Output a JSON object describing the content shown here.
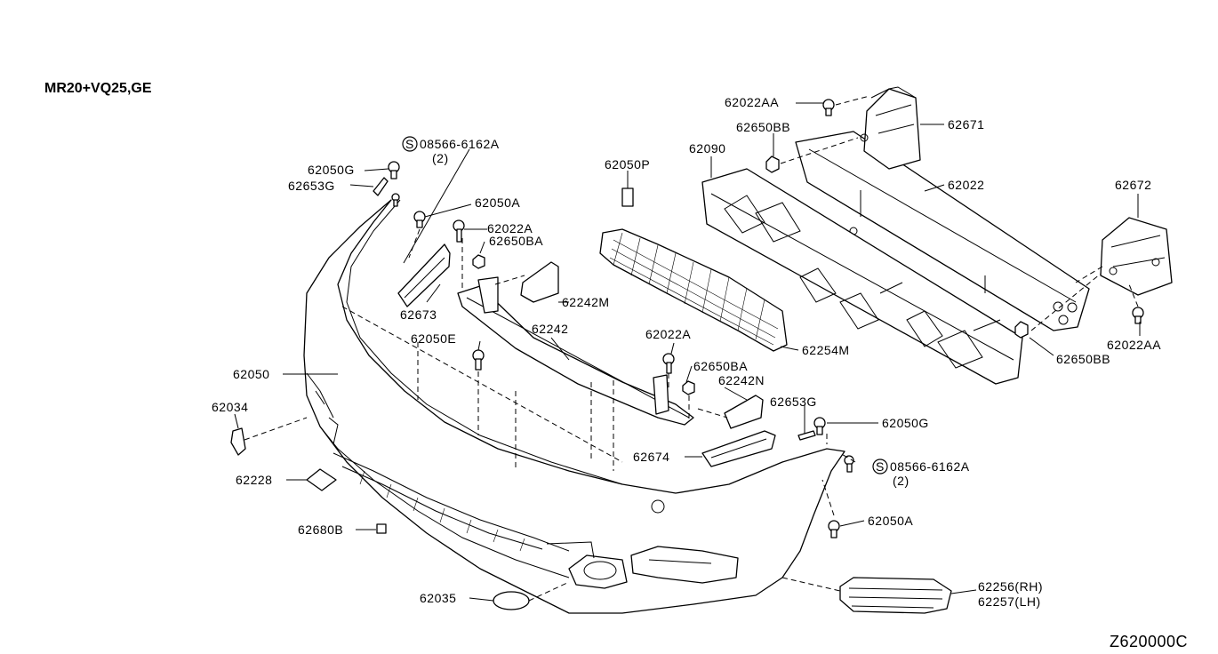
{
  "diagram": {
    "header": "MR20+VQ25,GE",
    "catalog_code": "Z620000C",
    "labels": {
      "l62022AA_top": "62022AA",
      "l62650BB_top": "62650BB",
      "l62671": "62671",
      "l08566_top": "08566-6162A",
      "l08566_top_qty": "(2)",
      "l62050G_left": "62050G",
      "l62653G_left": "62653G",
      "l62050A_left": "62050A",
      "l62050P": "62050P",
      "l62090": "62090",
      "l62022": "62022",
      "l62672": "62672",
      "l62022A_top": "62022A",
      "l62650BA_top": "62650BA",
      "l62242M": "62242M",
      "l62673": "62673",
      "l62050E": "62050E",
      "l62242": "62242",
      "l62022A_mid": "62022A",
      "l62254M": "62254M",
      "l62650BB_right": "62650BB",
      "l62022AA_right": "62022AA",
      "l62050": "62050",
      "l62650BA_mid": "62650BA",
      "l62242N": "62242N",
      "l62034": "62034",
      "l62653G_right": "62653G",
      "l62050G_right": "62050G",
      "l62674": "62674",
      "l08566_right": "08566-6162A",
      "l08566_right_qty": "(2)",
      "l62228": "62228",
      "l62680B": "62680B",
      "l62050A_right": "62050A",
      "l62256": "62256(RH)",
      "l62257": "62257(LH)",
      "l62035": "62035",
      "s_mark_glyph": "S"
    }
  }
}
